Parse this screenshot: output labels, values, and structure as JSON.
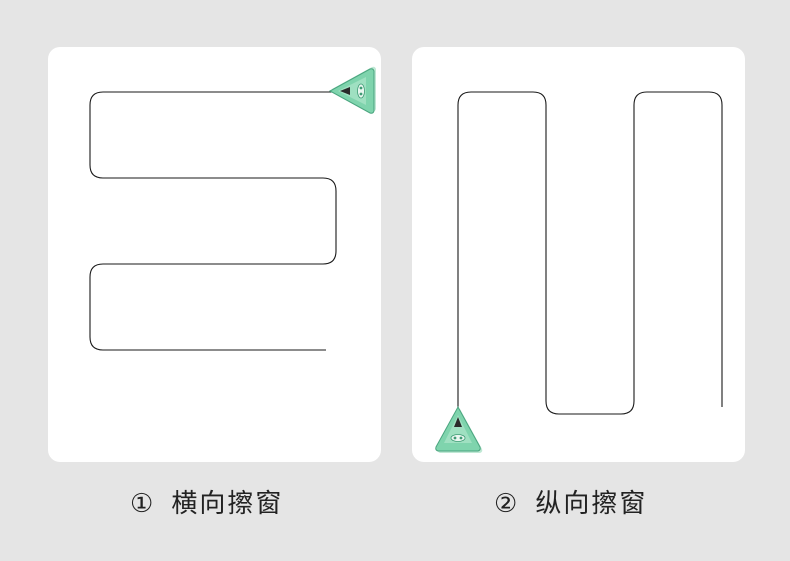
{
  "colors": {
    "background": "#e5e5e5",
    "panel": "#ffffff",
    "path_stroke": "#1a1a1a",
    "robot_green": "#7fd4ad",
    "robot_dark_green": "#3f9a74",
    "robot_light": "#c9efdd"
  },
  "panels": [
    {
      "number": "①",
      "label": "横向擦窗",
      "pattern": "horizontal-zigzag",
      "icon": "window-cleaning-robot-icon"
    },
    {
      "number": "②",
      "label": "纵向擦窗",
      "pattern": "vertical-zigzag",
      "icon": "window-cleaning-robot-icon"
    }
  ]
}
